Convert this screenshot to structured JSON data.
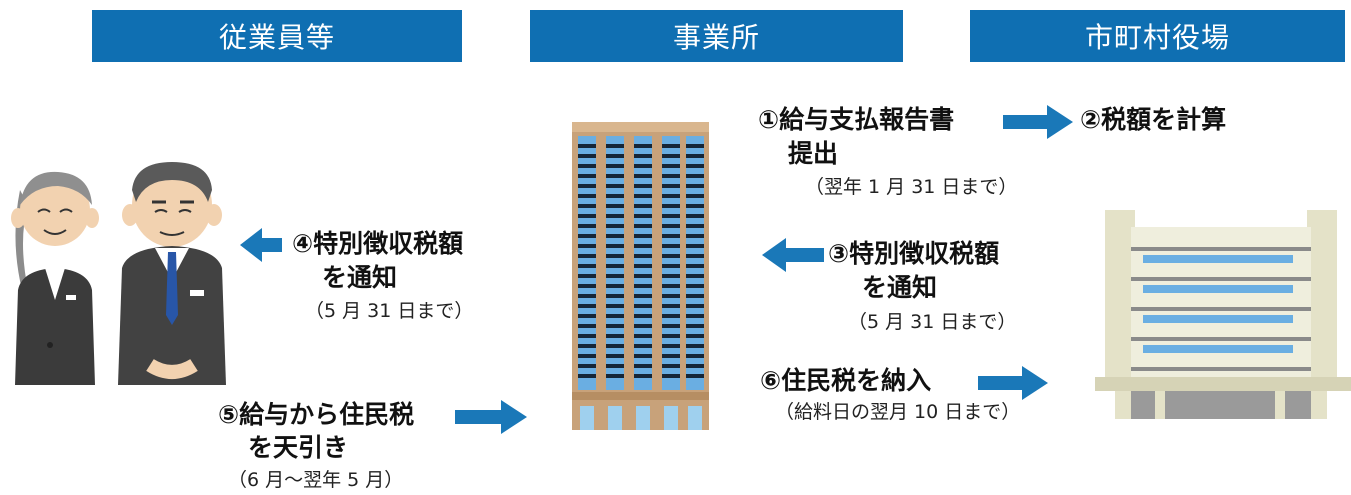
{
  "headers": {
    "employees": "従業員等",
    "office": "事業所",
    "municipality": "市町村役場"
  },
  "steps": {
    "s1_line1": "①給与支払報告書",
    "s1_line2": "提出",
    "s1_note": "（翌年 1 月 31 日まで）",
    "s2": "②税額を計算",
    "s3_line1": "③特別徴収税額",
    "s3_line2": "を通知",
    "s3_note": "（5 月 31 日まで）",
    "s4_line1": "④特別徴収税額",
    "s4_line2": "を通知",
    "s4_note": "（5 月 31 日まで）",
    "s5_line1": "⑤給与から住民税",
    "s5_line2": "を天引き",
    "s5_note": "（6 月〜翌年 5 月）",
    "s6": "⑥住民税を納入",
    "s6_note": "（給料日の翌月 10 日まで）"
  },
  "colors": {
    "header_bg": "#0f6fb2",
    "arrow": "#1a78b8",
    "building": "#c8a27a",
    "city_hall": "#e4e2c8"
  }
}
